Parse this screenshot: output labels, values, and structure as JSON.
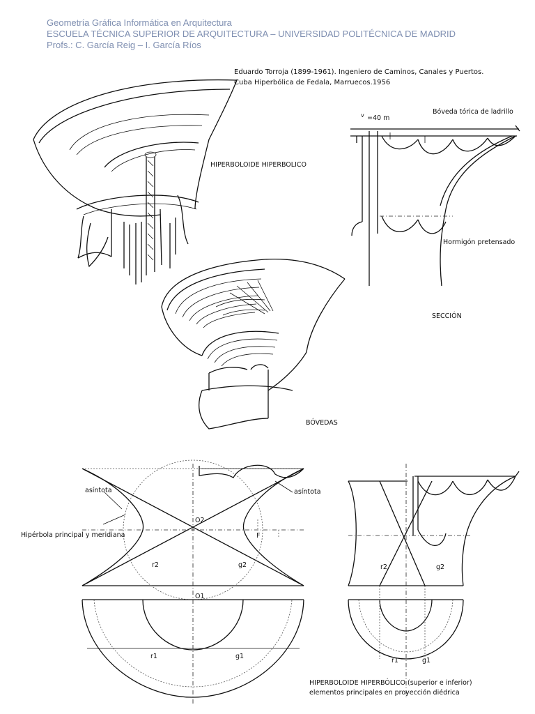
{
  "header": {
    "line1": "Geometría Gráfica Informática en Arquitectura",
    "line2": "ESCUELA TÉCNICA SUPERIOR DE ARQUITECTURA – UNIVERSIDAD POLITÉCNICA DE MADRID",
    "line3": "Profs.: C. García Reig – I. García Ríos"
  },
  "caption": {
    "line1": "Eduardo Torroja (1899-1961). Ingeniero de Caminos, Canales y Puertos.",
    "line2": "Cuba Hiperbólica de Fedala, Marruecos.1956"
  },
  "labels": {
    "hiperboloide": "HIPERBOLOIDE HIPERBOLICO",
    "height": "=40 m",
    "height_mark": "v",
    "boveda_torica": "Bóveda tórica de ladrillo",
    "hormigon": "Hormigón pretensado",
    "seccion": "SECCIÓN",
    "bovedas": "BÓVEDAS",
    "asintota_left": "asíntota",
    "asintota_right": "asíntota",
    "hiperbola": "Hipérbola principal y meridiana",
    "o2": "O2",
    "f": "F",
    "r2": "r2",
    "g2": "g2",
    "o1": "O1",
    "r1": "r1",
    "g1": "g1",
    "r2_right": "r2",
    "g2_right": "g2",
    "r1_right": "r1",
    "g1_right": "g1"
  },
  "bottom_caption": {
    "line1": "HIPERBOLOIDE HIPERBÓLICO (superior e inferior)",
    "line2": "elementos principales en proyección diédrica"
  }
}
